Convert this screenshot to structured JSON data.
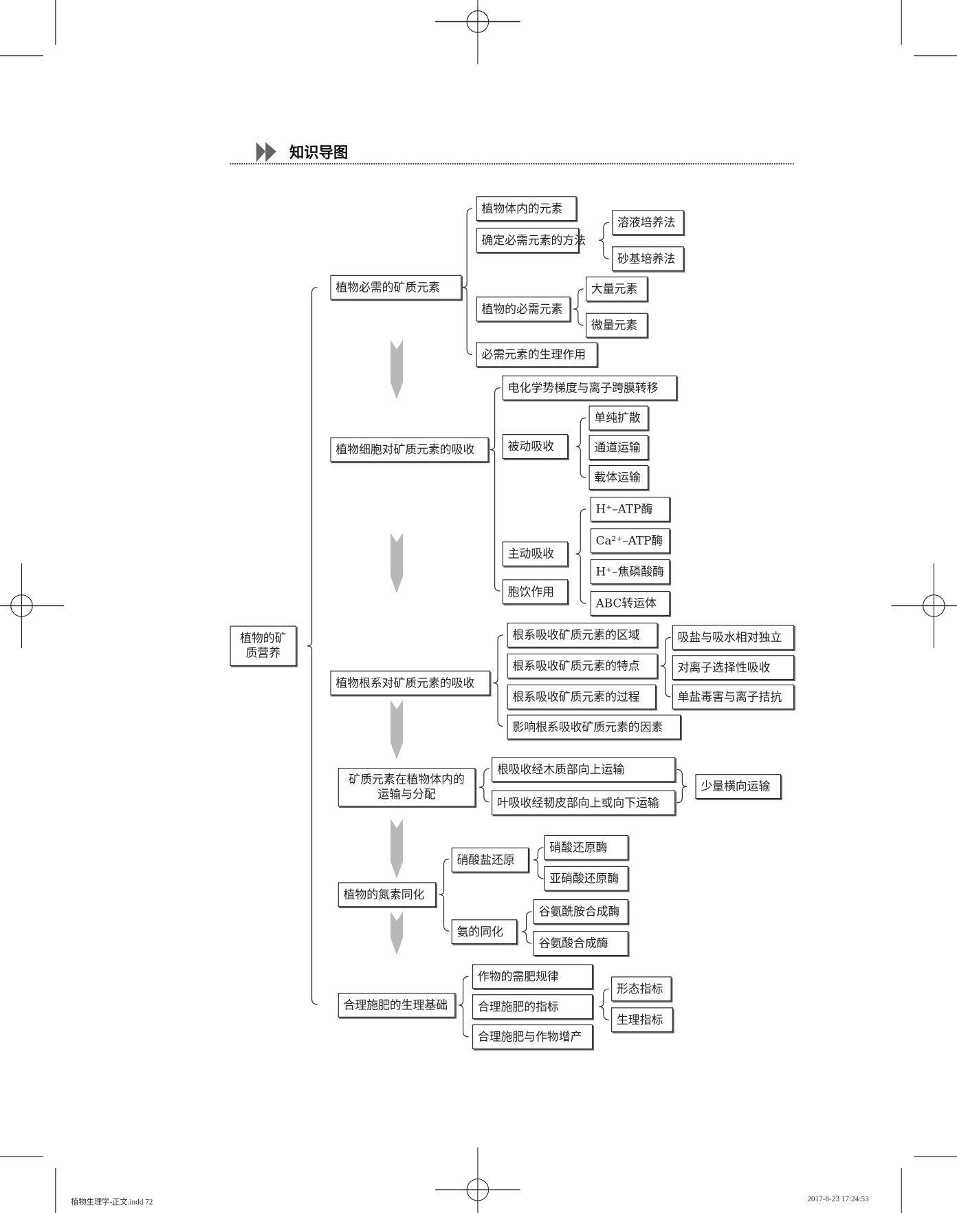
{
  "header": {
    "title": "知识导图"
  },
  "footer": {
    "file": "植物生理学-正文.indd   72",
    "timestamp": "2017-8-23   17:24:53"
  },
  "root": "植物的矿质营养",
  "branches": [
    {
      "label": "植物必需的矿质元素",
      "children": [
        {
          "label": "植物体内的元素"
        },
        {
          "label": "确定必需元素的方法",
          "children": [
            "溶液培养法",
            "砂基培养法"
          ]
        },
        {
          "label": "植物的必需元素",
          "children": [
            "大量元素",
            "微量元素"
          ]
        },
        {
          "label": "必需元素的生理作用"
        }
      ]
    },
    {
      "label": "植物细胞对矿质元素的吸收",
      "children": [
        {
          "label": "电化学势梯度与离子跨膜转移"
        },
        {
          "label": "被动吸收",
          "children": [
            "单纯扩散",
            "通道运输",
            "载体运输"
          ]
        },
        {
          "label": "主动吸收",
          "children": [
            "H⁺–ATP酶",
            "Ca²⁺–ATP酶",
            "H⁺–焦磷酸酶",
            "ABC转运体"
          ]
        },
        {
          "label": "胞饮作用"
        }
      ]
    },
    {
      "label": "植物根系对矿质元素的吸收",
      "children": [
        {
          "label": "根系吸收矿质元素的区域"
        },
        {
          "label": "根系吸收矿质元素的特点",
          "children": [
            "吸盐与吸水相对独立",
            "对离子选择性吸收",
            "单盐毒害与离子拮抗"
          ]
        },
        {
          "label": "根系吸收矿质元素的过程"
        },
        {
          "label": "影响根系吸收矿质元素的因素"
        }
      ]
    },
    {
      "label": "矿质元素在植物体内的运输与分配",
      "children": [
        {
          "label": "根吸收经木质部向上运输"
        },
        {
          "label": "叶吸收经韧皮部向上或向下运输"
        }
      ],
      "side_note": "少量横向运输"
    },
    {
      "label": "植物的氮素同化",
      "children": [
        {
          "label": "硝酸盐还原",
          "children": [
            "硝酸还原酶",
            "亚硝酸还原酶"
          ]
        },
        {
          "label": "氨的同化",
          "children": [
            "谷氨酰胺合成酶",
            "谷氨酸合成酶"
          ]
        }
      ]
    },
    {
      "label": "合理施肥的生理基础",
      "children": [
        {
          "label": "作物的需肥规律"
        },
        {
          "label": "合理施肥的指标",
          "children": [
            "形态指标",
            "生理指标"
          ]
        },
        {
          "label": "合理施肥与作物增产"
        }
      ]
    }
  ]
}
